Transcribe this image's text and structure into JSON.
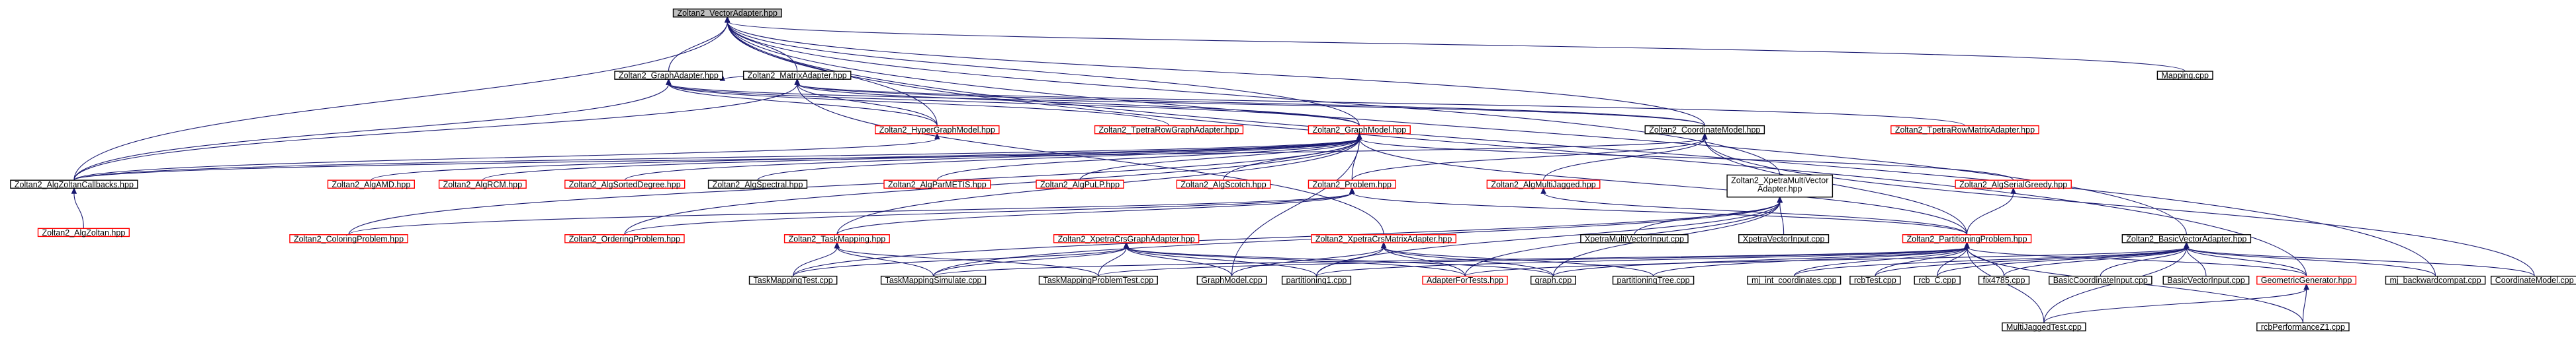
{
  "nodes": [
    {
      "id": "vector",
      "label": "Zoltan2_VectorAdapter.hpp",
      "style": "root"
    },
    {
      "id": "graphadapter",
      "label": "Zoltan2_GraphAdapter.hpp",
      "style": "black"
    },
    {
      "id": "matrixadapter",
      "label": "Zoltan2_MatrixAdapter.hpp",
      "style": "black"
    },
    {
      "id": "mapping",
      "label": "Mapping.cpp",
      "style": "black"
    },
    {
      "id": "hypergraph",
      "label": "Zoltan2_HyperGraphModel.hpp",
      "style": "red"
    },
    {
      "id": "tpetrarowgraph",
      "label": "Zoltan2_TpetraRowGraphAdapter.hpp",
      "style": "red"
    },
    {
      "id": "graphmodel",
      "label": "Zoltan2_GraphModel.hpp",
      "style": "red"
    },
    {
      "id": "coordmodel",
      "label": "Zoltan2_CoordinateModel.hpp",
      "style": "black"
    },
    {
      "id": "tpetrarowmatrix",
      "label": "Zoltan2_TpetraRowMatrixAdapter.hpp",
      "style": "red"
    },
    {
      "id": "algzoltancb",
      "label": "Zoltan2_AlgZoltanCallbacks.hpp",
      "style": "black"
    },
    {
      "id": "algamd",
      "label": "Zoltan2_AlgAMD.hpp",
      "style": "red"
    },
    {
      "id": "algrcm",
      "label": "Zoltan2_AlgRCM.hpp",
      "style": "red"
    },
    {
      "id": "algsorted",
      "label": "Zoltan2_AlgSortedDegree.hpp",
      "style": "red"
    },
    {
      "id": "algspectral",
      "label": "Zoltan2_AlgSpectral.hpp",
      "style": "black"
    },
    {
      "id": "algparmetis",
      "label": "Zoltan2_AlgParMETIS.hpp",
      "style": "red"
    },
    {
      "id": "algpulp",
      "label": "Zoltan2_AlgPuLP.hpp",
      "style": "red"
    },
    {
      "id": "algscotch",
      "label": "Zoltan2_AlgScotch.hpp",
      "style": "red"
    },
    {
      "id": "problem",
      "label": "Zoltan2_Problem.hpp",
      "style": "red"
    },
    {
      "id": "algmj",
      "label": "Zoltan2_AlgMultiJagged.hpp",
      "style": "red"
    },
    {
      "id": "xpetramv",
      "label": "Zoltan2_XpetraMultiVector\nAdapter.hpp",
      "style": "black"
    },
    {
      "id": "algserialgreedy",
      "label": "Zoltan2_AlgSerialGreedy.hpp",
      "style": "red"
    },
    {
      "id": "algzoltan",
      "label": "Zoltan2_AlgZoltan.hpp",
      "style": "red"
    },
    {
      "id": "coloring",
      "label": "Zoltan2_ColoringProblem.hpp",
      "style": "red"
    },
    {
      "id": "ordering",
      "label": "Zoltan2_OrderingProblem.hpp",
      "style": "red"
    },
    {
      "id": "taskmapping",
      "label": "Zoltan2_TaskMapping.hpp",
      "style": "red"
    },
    {
      "id": "xpetracrsgraph",
      "label": "Zoltan2_XpetraCrsGraphAdapter.hpp",
      "style": "red"
    },
    {
      "id": "xpetracrsmatrix",
      "label": "Zoltan2_XpetraCrsMatrixAdapter.hpp",
      "style": "red"
    },
    {
      "id": "xpetramvinput",
      "label": "XpetraMultiVectorInput.cpp",
      "style": "black"
    },
    {
      "id": "xpetravinput",
      "label": "XpetraVectorInput.cpp",
      "style": "black"
    },
    {
      "id": "partitioning",
      "label": "Zoltan2_PartitioningProblem.hpp",
      "style": "red"
    },
    {
      "id": "basicvector",
      "label": "Zoltan2_BasicVectorAdapter.hpp",
      "style": "black"
    },
    {
      "id": "tmtest",
      "label": "TaskMappingTest.cpp",
      "style": "black"
    },
    {
      "id": "tmsim",
      "label": "TaskMappingSimulate.cpp",
      "style": "black"
    },
    {
      "id": "tmptest",
      "label": "TaskMappingProblemTest.cpp",
      "style": "black"
    },
    {
      "id": "graphmodelcpp",
      "label": "GraphModel.cpp",
      "style": "black"
    },
    {
      "id": "part1",
      "label": "partitioning1.cpp",
      "style": "black"
    },
    {
      "id": "adapterfortests",
      "label": "AdapterForTests.hpp",
      "style": "red"
    },
    {
      "id": "graphcpp",
      "label": "graph.cpp",
      "style": "black"
    },
    {
      "id": "parttree",
      "label": "partitioningTree.cpp",
      "style": "black"
    },
    {
      "id": "mjint",
      "label": "mj_int_coordinates.cpp",
      "style": "black"
    },
    {
      "id": "rcbtest",
      "label": "rcbTest.cpp",
      "style": "black"
    },
    {
      "id": "rcbc",
      "label": "rcb_C.cpp",
      "style": "black"
    },
    {
      "id": "fix4785",
      "label": "fix4785.cpp",
      "style": "black"
    },
    {
      "id": "basiccoordinput",
      "label": "BasicCoordinateInput.cpp",
      "style": "black"
    },
    {
      "id": "basicvectorinput",
      "label": "BasicVectorInput.cpp",
      "style": "black"
    },
    {
      "id": "geomgen",
      "label": "GeometricGenerator.hpp",
      "style": "red"
    },
    {
      "id": "mjback",
      "label": "mj_backwardcompat.cpp",
      "style": "black"
    },
    {
      "id": "coordmodelcpp",
      "label": "CoordinateModel.cpp",
      "style": "black"
    },
    {
      "id": "mjtest",
      "label": "MultiJaggedTest.cpp",
      "style": "black"
    },
    {
      "id": "rcbperf",
      "label": "rcbPerformanceZ1.cpp",
      "style": "black"
    }
  ],
  "edges": [
    [
      "graphadapter",
      "vector"
    ],
    [
      "matrixadapter",
      "vector"
    ],
    [
      "mapping",
      "vector"
    ],
    [
      "hypergraph",
      "vector"
    ],
    [
      "graphmodel",
      "vector"
    ],
    [
      "coordmodel",
      "vector"
    ],
    [
      "algzoltancb",
      "vector"
    ],
    [
      "xpetramv",
      "vector"
    ],
    [
      "basicvector",
      "vector"
    ],
    [
      "mjback",
      "vector"
    ],
    [
      "geomgen",
      "vector"
    ],
    [
      "matrixadapter",
      "graphadapter"
    ],
    [
      "hypergraph",
      "graphadapter"
    ],
    [
      "tpetrarowgraph",
      "graphadapter"
    ],
    [
      "graphmodel",
      "graphadapter"
    ],
    [
      "coordmodel",
      "graphadapter"
    ],
    [
      "algzoltancb",
      "graphadapter"
    ],
    [
      "hypergraph",
      "matrixadapter"
    ],
    [
      "graphmodel",
      "matrixadapter"
    ],
    [
      "coordmodel",
      "matrixadapter"
    ],
    [
      "tpetrarowmatrix",
      "matrixadapter"
    ],
    [
      "algzoltancb",
      "matrixadapter"
    ],
    [
      "xpetracrsmatrix",
      "matrixadapter"
    ],
    [
      "algzoltancb",
      "hypergraph"
    ],
    [
      "algzoltancb",
      "graphmodel"
    ],
    [
      "algamd",
      "graphmodel"
    ],
    [
      "algrcm",
      "graphmodel"
    ],
    [
      "algsorted",
      "graphmodel"
    ],
    [
      "algspectral",
      "graphmodel"
    ],
    [
      "algparmetis",
      "graphmodel"
    ],
    [
      "algpulp",
      "graphmodel"
    ],
    [
      "algscotch",
      "graphmodel"
    ],
    [
      "problem",
      "graphmodel"
    ],
    [
      "algserialgreedy",
      "graphmodel"
    ],
    [
      "coloring",
      "graphmodel"
    ],
    [
      "ordering",
      "graphmodel"
    ],
    [
      "taskmapping",
      "graphmodel"
    ],
    [
      "partitioning",
      "graphmodel"
    ],
    [
      "graphmodelcpp",
      "graphmodel"
    ],
    [
      "algzoltancb",
      "coordmodel"
    ],
    [
      "algmj",
      "coordmodel"
    ],
    [
      "problem",
      "coordmodel"
    ],
    [
      "partitioning",
      "coordmodel"
    ],
    [
      "coordmodelcpp",
      "coordmodel"
    ],
    [
      "algzoltan",
      "algzoltancb"
    ],
    [
      "coloring",
      "problem"
    ],
    [
      "ordering",
      "problem"
    ],
    [
      "partitioning",
      "problem"
    ],
    [
      "taskmapping",
      "problem"
    ],
    [
      "partitioning",
      "algmj"
    ],
    [
      "xpetramvinput",
      "xpetramv"
    ],
    [
      "xpetravinput",
      "xpetramv"
    ],
    [
      "adapterfortests",
      "xpetramv"
    ],
    [
      "graphcpp",
      "xpetramv"
    ],
    [
      "part1",
      "xpetramv"
    ],
    [
      "tmtest",
      "xpetramv"
    ],
    [
      "tmsim",
      "xpetramv"
    ],
    [
      "partitioning",
      "algserialgreedy"
    ],
    [
      "tmtest",
      "taskmapping"
    ],
    [
      "tmsim",
      "taskmapping"
    ],
    [
      "tmptest",
      "taskmapping"
    ],
    [
      "tmtest",
      "xpetracrsgraph"
    ],
    [
      "tmsim",
      "xpetracrsgraph"
    ],
    [
      "tmptest",
      "xpetracrsgraph"
    ],
    [
      "graphmodelcpp",
      "xpetracrsgraph"
    ],
    [
      "part1",
      "xpetracrsgraph"
    ],
    [
      "adapterfortests",
      "xpetracrsgraph"
    ],
    [
      "graphcpp",
      "xpetracrsgraph"
    ],
    [
      "part1",
      "xpetracrsmatrix"
    ],
    [
      "adapterfortests",
      "xpetracrsmatrix"
    ],
    [
      "graphcpp",
      "xpetracrsmatrix"
    ],
    [
      "parttree",
      "xpetracrsmatrix"
    ],
    [
      "graphmodelcpp",
      "xpetracrsmatrix"
    ],
    [
      "tmptest",
      "partitioning"
    ],
    [
      "part1",
      "partitioning"
    ],
    [
      "graphcpp",
      "partitioning"
    ],
    [
      "parttree",
      "partitioning"
    ],
    [
      "mjint",
      "partitioning"
    ],
    [
      "rcbtest",
      "partitioning"
    ],
    [
      "rcbc",
      "partitioning"
    ],
    [
      "fix4785",
      "partitioning"
    ],
    [
      "geomgen",
      "partitioning"
    ],
    [
      "mjtest",
      "partitioning"
    ],
    [
      "rcbperf",
      "partitioning"
    ],
    [
      "tmsim",
      "partitioning"
    ],
    [
      "mjint",
      "basicvector"
    ],
    [
      "rcbtest",
      "basicvector"
    ],
    [
      "rcbc",
      "basicvector"
    ],
    [
      "fix4785",
      "basicvector"
    ],
    [
      "basiccoordinput",
      "basicvector"
    ],
    [
      "basicvectorinput",
      "basicvector"
    ],
    [
      "geomgen",
      "basicvector"
    ],
    [
      "mjtest",
      "basicvector"
    ],
    [
      "coordmodelcpp",
      "basicvector"
    ],
    [
      "mjback",
      "basicvector"
    ],
    [
      "adapterfortests",
      "basicvector"
    ],
    [
      "mjtest",
      "geomgen"
    ],
    [
      "rcbperf",
      "geomgen"
    ]
  ]
}
